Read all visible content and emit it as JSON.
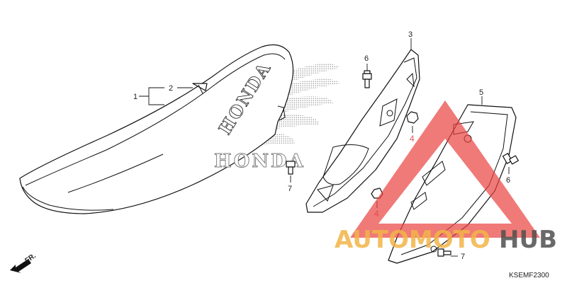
{
  "diagram": {
    "callouts": {
      "c1": "1",
      "c2": "2",
      "c3": "3",
      "c4a": "4",
      "c4b": "4",
      "c5": "5",
      "c6a": "6",
      "c6b": "6",
      "c7a": "7",
      "c7b": "7"
    },
    "seat_brand_text": "HONDA",
    "tank_brand_text": "HONDA",
    "direction_label": "FR.",
    "diagram_code": "KSEMF2300"
  },
  "watermark": {
    "text_part1": "AUTOMOTO",
    "text_part2": "HUB",
    "triangle_color": "#e8413e",
    "text_color_part1": "#f3b447",
    "text_color_part2": "#505050"
  }
}
